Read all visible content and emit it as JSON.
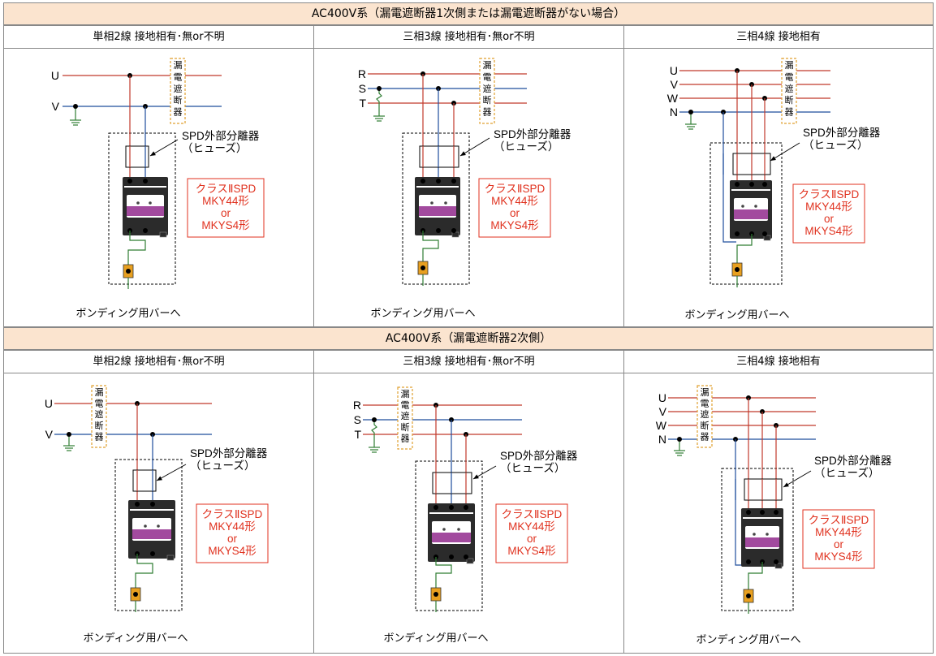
{
  "sections": [
    {
      "title": "AC400V系（漏電遮断器1次側または漏電遮断器がない場合）",
      "columns": [
        "単相2線 接地相有･無or不明",
        "三相3線 接地相有･無or不明",
        "三相4線 接地相有"
      ],
      "breaker_position": "primary"
    },
    {
      "title": "AC400V系（漏電遮断器2次側）",
      "columns": [
        "単相2線 接地相有･無or不明",
        "三相3線 接地相有･無or不明",
        "三相4線 接地相有"
      ],
      "breaker_position": "secondary"
    }
  ],
  "diagrams": {
    "single_phase_labels": [
      "U",
      "V"
    ],
    "three_phase3_labels": [
      "R",
      "S",
      "T"
    ],
    "three_phase4_labels": [
      "U",
      "V",
      "W",
      "N"
    ],
    "breaker_label": [
      "漏",
      "電",
      "遮",
      "断",
      "器"
    ],
    "separator_label": "SPD外部分離器",
    "separator_sub": "（ヒューズ）",
    "spd_lines": [
      "クラスⅡSPD",
      "MKY44形",
      "or",
      "MKYS4形"
    ],
    "bonding_label": "ボンディング用バーへ"
  },
  "colors": {
    "header_bg": "#fbe4cf",
    "phase_line": "#c0392b",
    "neutral_line": "#1f4e9c",
    "ground_line": "#2e7d32",
    "spd_text": "#e0321f",
    "spd_band": "#a24a9e",
    "breaker_border": "#e0a030",
    "terminal": "#e8a020"
  }
}
